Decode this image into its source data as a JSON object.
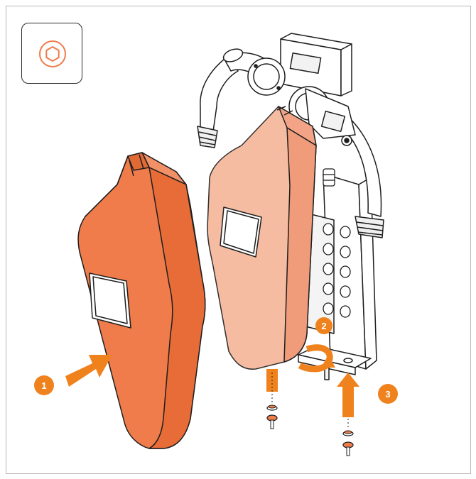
{
  "tool_icon": "hex-socket-icon",
  "steps": [
    {
      "number": "1",
      "action": "slide-cover-on"
    },
    {
      "number": "2",
      "action": "rotate-cover"
    },
    {
      "number": "3",
      "action": "insert-screws"
    }
  ],
  "colors": {
    "cover": "#ef7c4a",
    "cover_dark": "#d4612f",
    "ghost_cover": "#f6b79b",
    "accent": "#f0821e",
    "outline": "#1e1e1e"
  }
}
